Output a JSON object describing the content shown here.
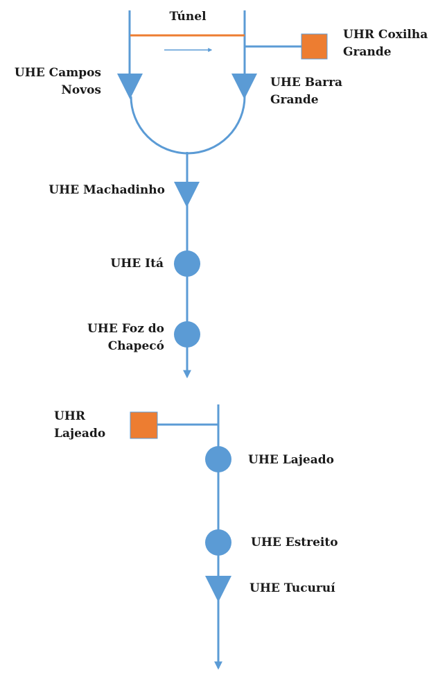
{
  "colors": {
    "river": "#5b9bd5",
    "tunnel": "#ed7d31",
    "pumped_storage": "#ed7d31",
    "plant": "#5b9bd5",
    "text": "#1a1a1a"
  },
  "legend_icons": {
    "triangle": "hydro-plant-triangle-icon",
    "circle": "hydro-plant-circle-icon",
    "square": "pumped-storage-square-icon"
  },
  "labels": {
    "tunnel": "Túnel",
    "campos_novos": [
      "UHE Campos",
      "Novos"
    ],
    "barra_grande": [
      "UHE Barra",
      "Grande"
    ],
    "coxilha_grande": [
      "UHR Coxilha",
      "Grande"
    ],
    "machadinho": "UHE Machadinho",
    "ita": "UHE Itá",
    "foz_do_chapeco": [
      "UHE Foz do",
      "Chapecó"
    ],
    "uhr_lajeado": [
      "UHR",
      "Lajeado"
    ],
    "uhe_lajeado": "UHE Lajeado",
    "estreito": "UHE Estreito",
    "tucurui": "UHE Tucuruí"
  }
}
